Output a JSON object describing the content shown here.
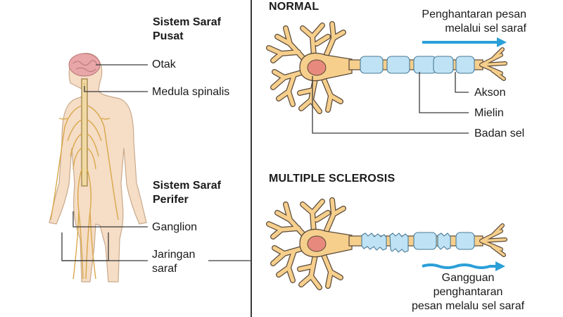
{
  "left": {
    "cns_heading": [
      "Sistem Saraf",
      "Pusat"
    ],
    "pns_heading": [
      "Sistem Saraf",
      "Perifer"
    ],
    "labels": {
      "brain": "Otak",
      "spinal_cord": "Medula spinalis",
      "ganglion": "Ganglion",
      "nerve": [
        "Jaringan",
        "saraf"
      ]
    }
  },
  "right": {
    "normal": {
      "title": "NORMAL",
      "signal": [
        "Penghantaran pesan",
        "melalui sel saraf"
      ],
      "labels": {
        "axon": "Akson",
        "myelin": "Mielin",
        "cell_body": "Badan sel"
      }
    },
    "ms": {
      "title": "MULTIPLE SCLEROSIS",
      "signal": [
        "Gangguan",
        "penghantaran",
        "pesan melalu sel saraf"
      ]
    }
  },
  "colors": {
    "nerve": "#d9a84a",
    "neuron_fill": "#f6cf8c",
    "neuron_stroke": "#5b4a3a",
    "nucleus": "#e8897e",
    "myelin": "#bfe3f5",
    "arrow": "#2b9fd8",
    "skin": "#f5ddc6",
    "brain": "#e8a6a8",
    "line": "#3a3a3a"
  }
}
